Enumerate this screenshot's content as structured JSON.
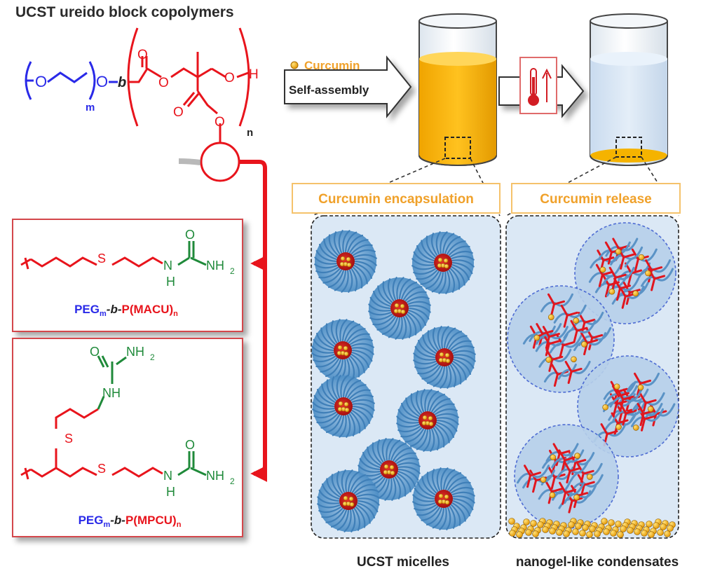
{
  "title": "UCST ureido block copolymers",
  "colors": {
    "peg": "#2a2ae8",
    "block": "#e8141c",
    "urea": "#1f8a3a",
    "curcumin": "#f6b000",
    "shell": "#4e93c9",
    "labelBorder": "#f5c26b",
    "labelText": "#f0a12a"
  },
  "structure": {
    "atom_O": "O",
    "atom_H": "H",
    "atom_S": "S",
    "atom_N_H": "N",
    "atom_NH": "NH",
    "atom_NH2": "NH",
    "sub_2": "2",
    "sub_m": "m",
    "sub_n": "n",
    "block_b": "b"
  },
  "polymers": [
    {
      "peg": "PEG",
      "peg_sub": "m",
      "sep": "-b-",
      "block": "P(MACU)",
      "block_sub": "n"
    },
    {
      "peg": "PEG",
      "peg_sub": "m",
      "sep": "-b-",
      "block": "P(MPCU)",
      "block_sub": "n"
    }
  ],
  "arrow_self_assembly": {
    "drug": "Curcumin",
    "process": "Self-assembly"
  },
  "thermometer_icon": "thermometer-up-icon",
  "labels": {
    "encapsulation": "Curcumin encapsulation",
    "release": "Curcumin release",
    "micelles": "UCST micelles",
    "condensates": "nanogel-like condensates"
  }
}
